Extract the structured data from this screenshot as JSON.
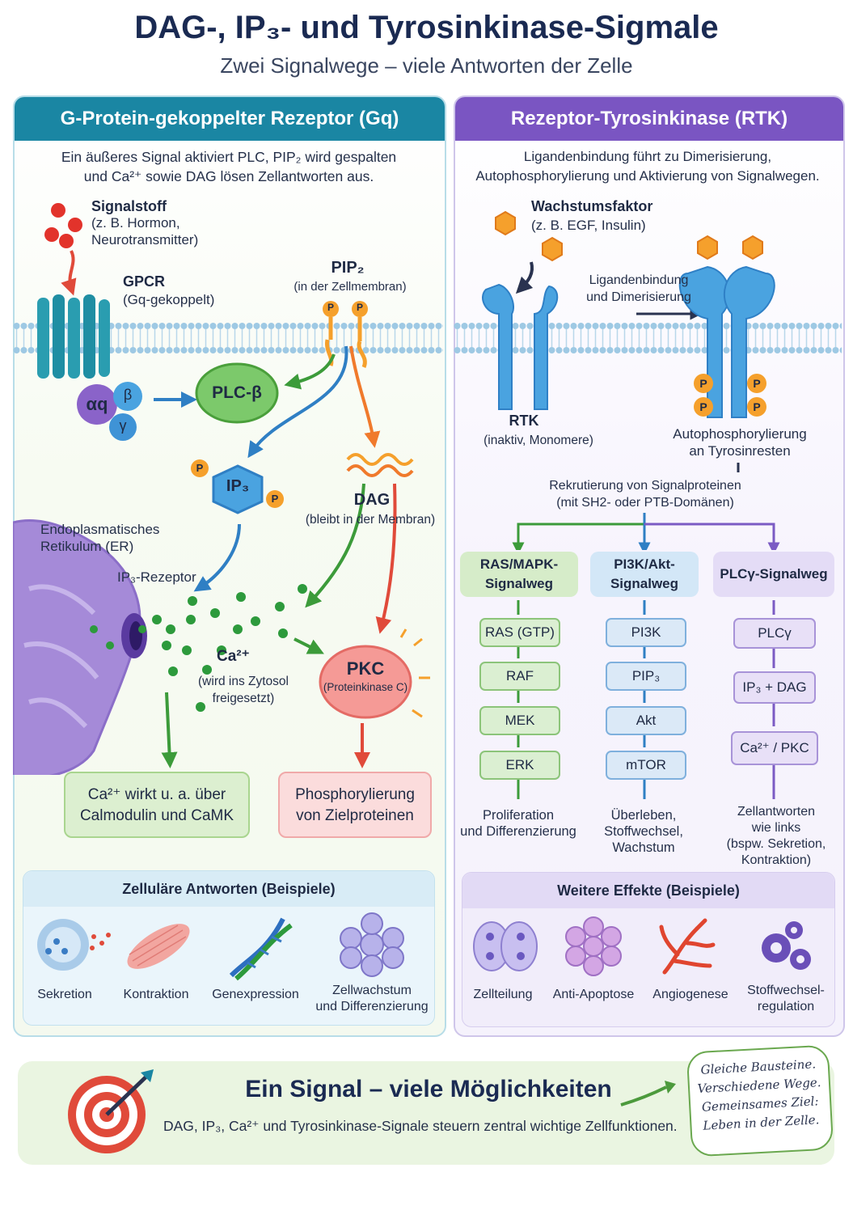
{
  "title": "DAG-, IP₃- und Tyrosinkinase-Sigmale",
  "subtitle": "Zwei Signalwege – viele Antworten der Zelle",
  "left": {
    "header": "G-Protein-gekoppelter Rezeptor (Gq)",
    "intro_line1": "Ein äußeres Signal aktiviert PLC, PIP₂ wird gespalten",
    "intro_line2": "und Ca²⁺ sowie DAG lösen Zellantworten aus.",
    "signal_title": "Signalstoff",
    "signal_line1": "(z. B. Hormon,",
    "signal_line2": "Neurotransmitter)",
    "gpcr_title": "GPCR",
    "gpcr_sub": "(Gq-gekoppelt)",
    "pip2_title": "PIP₂",
    "pip2_sub": "(in der Zellmembran)",
    "alpha": "αq",
    "beta": "β",
    "gamma": "γ",
    "plc": "PLC-β",
    "ip3": "IP₃",
    "p": "P",
    "dag_title": "DAG",
    "dag_sub": "(bleibt in der Membran)",
    "er_line1": "Endoplasmatisches",
    "er_line2": "Retikulum (ER)",
    "ip3_receptor": "IP₃-Rezeptor",
    "ca_title": "Ca²⁺",
    "ca_line1": "(wird ins Zytosol",
    "ca_line2": "freigesetzt)",
    "pkc_title": "PKC",
    "pkc_sub": "(Proteinkinase C)",
    "box_ca_line1": "Ca²⁺ wirkt u. a. über",
    "box_ca_line2": "Calmodulin und CaMK",
    "box_pkc_line1": "Phosphorylierung",
    "box_pkc_line2": "von Zielproteinen",
    "effects_title": "Zelluläre Antworten (Beispiele)",
    "effects": [
      {
        "icon": "secretion-icon",
        "label1": "Sekretion",
        "label2": ""
      },
      {
        "icon": "muscle-icon",
        "label1": "Kontraktion",
        "label2": ""
      },
      {
        "icon": "dna-icon",
        "label1": "Genexpression",
        "label2": ""
      },
      {
        "icon": "cell-cluster-icon",
        "label1": "Zellwachstum",
        "label2": "und Differenzierung"
      }
    ]
  },
  "right": {
    "header": "Rezeptor-Tyrosinkinase (RTK)",
    "intro_line1": "Ligandenbindung führt zu Dimerisierung,",
    "intro_line2": "Autophosphorylierung und Aktivierung von Signalwegen.",
    "gf_title": "Wachstumsfaktor",
    "gf_sub": "(z. B. EGF, Insulin)",
    "binding_line1": "Ligandenbindung",
    "binding_line2": "und Dimerisierung",
    "rtk_title": "RTK",
    "rtk_sub": "(inaktiv, Monomere)",
    "auto_line1": "Autophosphorylierung",
    "auto_line2": "an Tyrosinresten",
    "recruit_line1": "Rekrutierung von Signalproteinen",
    "recruit_line2": "(mit SH2- oder PTB-Domänen)",
    "p": "P",
    "pathways": [
      {
        "head1": "RAS/MAPK-",
        "head2": "Signalweg",
        "steps": [
          "RAS (GTP)",
          "RAF",
          "MEK",
          "ERK"
        ],
        "out1": "Proliferation",
        "out2": "und Differenzierung",
        "out3": "",
        "out4": "",
        "color": "#3c9b3a"
      },
      {
        "head1": "PI3K/Akt-",
        "head2": "Signalweg",
        "steps": [
          "PI3K",
          "PIP₃",
          "Akt",
          "mTOR"
        ],
        "out1": "Überleben,",
        "out2": "Stoffwechsel,",
        "out3": "Wachstum",
        "out4": "",
        "color": "#2f7fc4"
      },
      {
        "head1": "PLCγ-Signalweg",
        "head2": "",
        "steps": [
          "PLCγ",
          "IP₃ + DAG",
          "Ca²⁺ / PKC"
        ],
        "out1": "Zellantworten",
        "out2": "wie links",
        "out3": "(bspw. Sekretion,",
        "out4": "Kontraktion)",
        "color": "#7b5bc4"
      }
    ],
    "effects_title": "Weitere Effekte (Beispiele)",
    "effects": [
      {
        "icon": "cell-division-icon",
        "label1": "Zellteilung",
        "label2": ""
      },
      {
        "icon": "anti-apoptosis-icon",
        "label1": "Anti-Apoptose",
        "label2": ""
      },
      {
        "icon": "blood-vessel-icon",
        "label1": "Angiogenese",
        "label2": ""
      },
      {
        "icon": "gears-icon",
        "label1": "Stoffwechsel-",
        "label2": "regulation"
      }
    ]
  },
  "bottom": {
    "title": "Ein Signal – viele Möglichkeiten",
    "text": "DAG, IP₃, Ca²⁺ und Tyrosinkinase-Signale steuern zentral wichtige Zellfunktionen.",
    "note_line1": "Gleiche Bausteine.",
    "note_line2": "Verschiedene Wege.",
    "note_line3": "Gemeinsames Ziel:",
    "note_line4": "Leben in der Zelle."
  },
  "colors": {
    "teal": "#1a86a3",
    "purple": "#7a55c2",
    "green": "#3c9b3a",
    "red": "#e04a3a",
    "blue": "#2f7fc4",
    "orange": "#f5a02c"
  }
}
